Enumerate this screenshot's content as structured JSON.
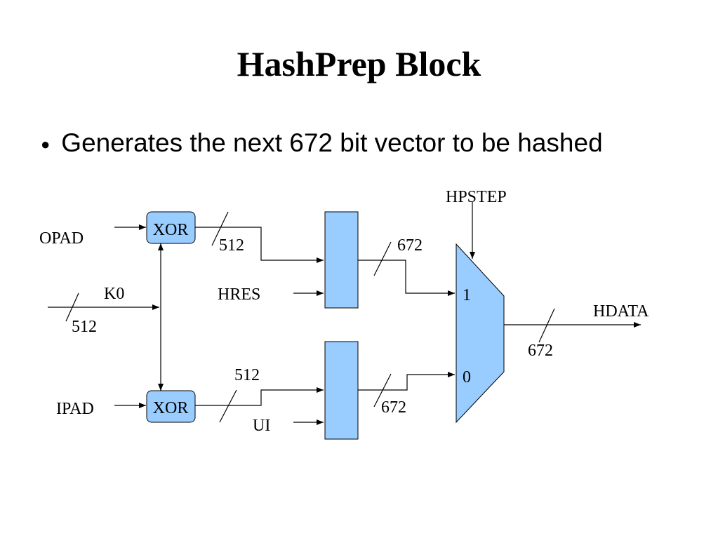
{
  "slide": {
    "title": "HashPrep Block",
    "bullets": [
      "Generates the next 672 bit vector to be hashed"
    ]
  },
  "diagram": {
    "inputs": {
      "opad": "OPAD",
      "k0": "K0",
      "ipad": "IPAD",
      "hres": "HRES",
      "ui": "UI",
      "hpstep": "HPSTEP"
    },
    "gates": {
      "xor_top": "XOR",
      "xor_bottom": "XOR"
    },
    "bus_widths": {
      "k0": "512",
      "xor_top_out": "512",
      "xor_bottom_out": "512",
      "concat_top_out": "672",
      "concat_bottom_out": "672",
      "mux_out": "672"
    },
    "mux": {
      "input_1": "1",
      "input_0": "0"
    },
    "output": "HDATA",
    "colors": {
      "block_fill": "#99ccff",
      "line": "#000000"
    }
  }
}
